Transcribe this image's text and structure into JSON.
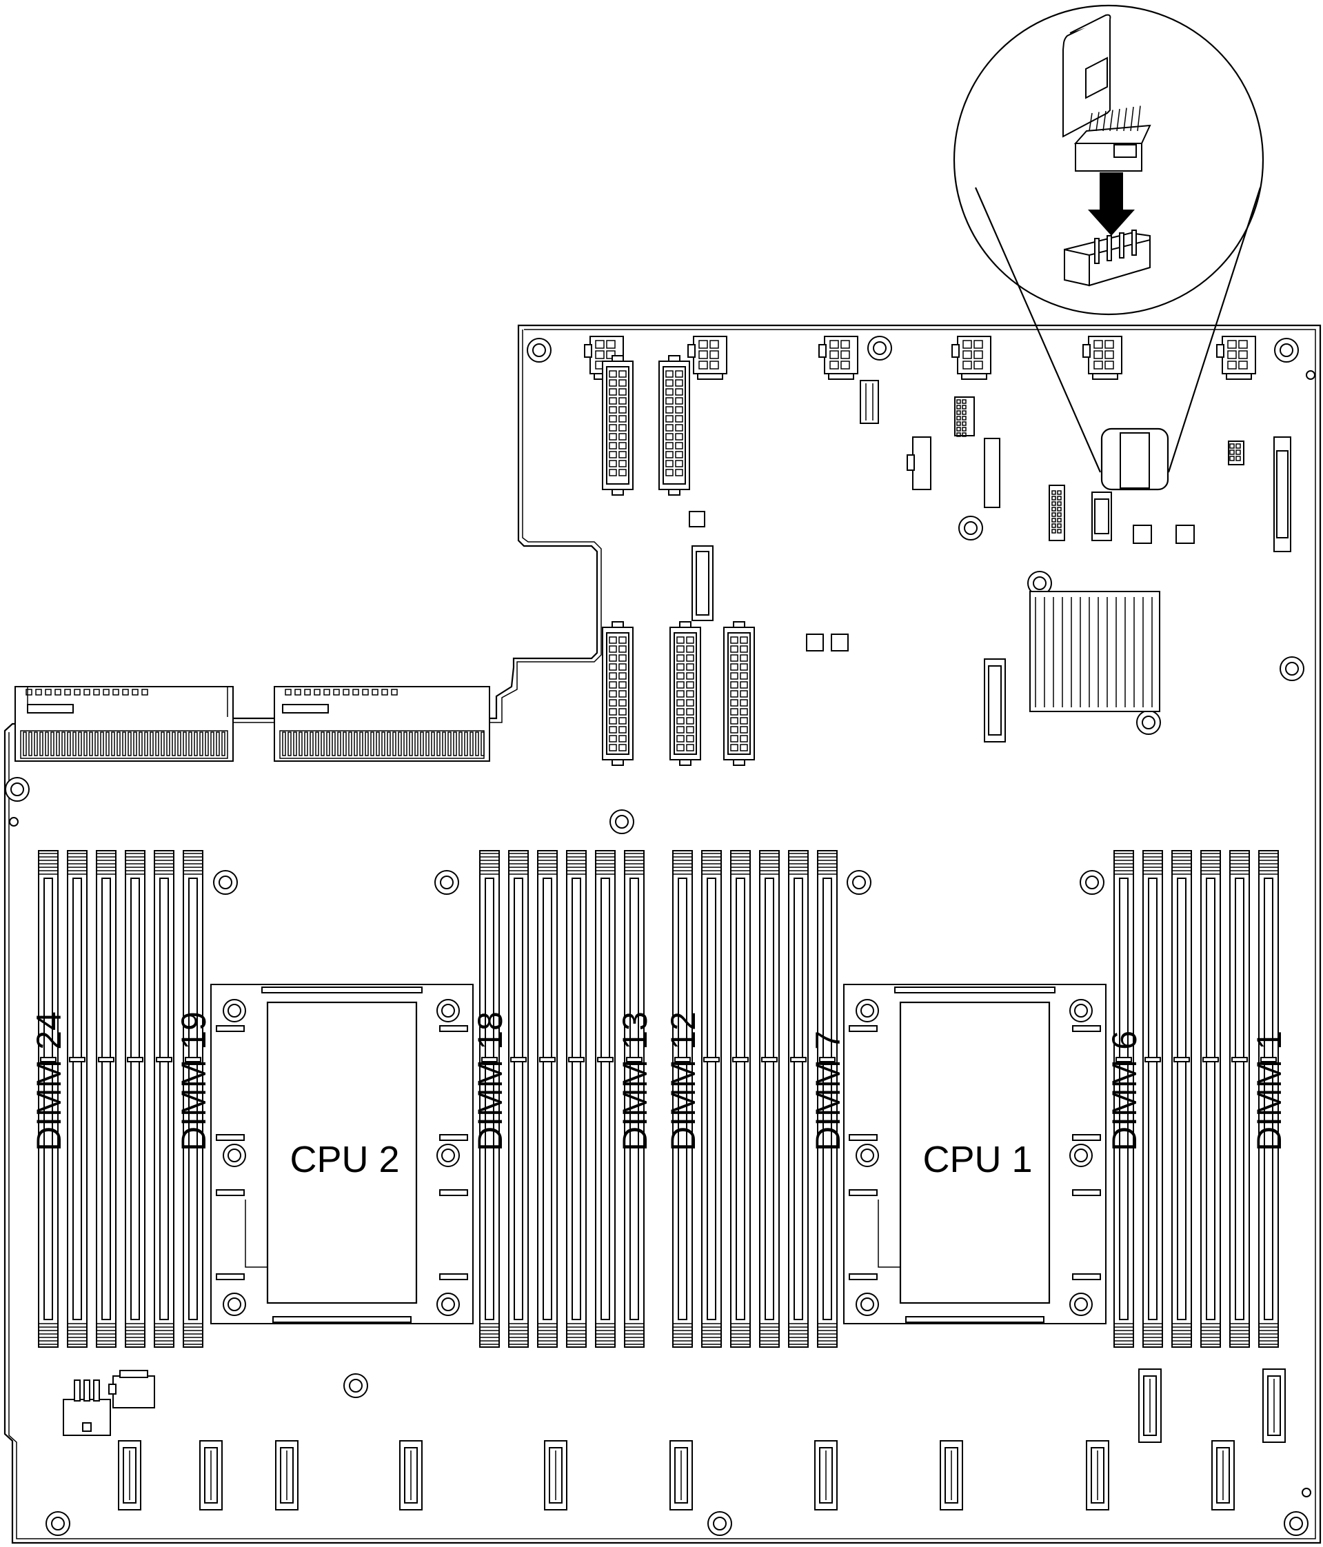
{
  "dimm_labels": {
    "d24": "DIMM 24",
    "d19": "DIMM 19",
    "d18": "DIMM 18",
    "d13": "DIMM 13",
    "d12": "DIMM 12",
    "d7": "DIMM 7",
    "d6": "DIMM 6",
    "d1": "DIMM 1"
  },
  "cpu_labels": {
    "cpu2": "CPU 2",
    "cpu1": "CPU 1"
  },
  "callout": {
    "insert_arrow": "arrow-down-icon"
  }
}
